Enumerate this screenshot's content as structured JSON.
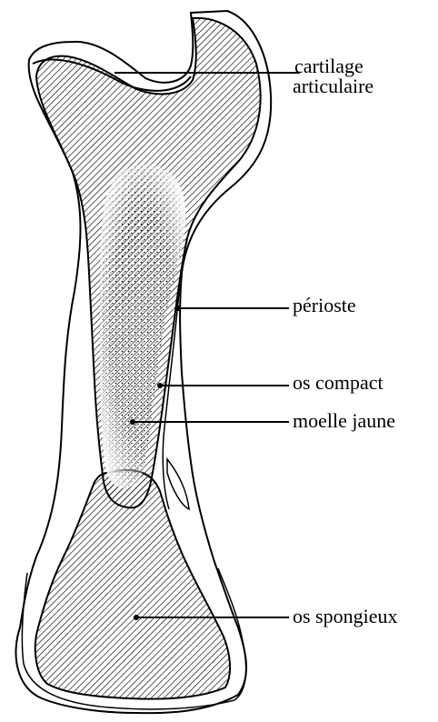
{
  "labels": {
    "cartilage_line1": "cartilage",
    "cartilage_line2": "articulaire",
    "periosteum": "périoste",
    "compact_bone": "os compact",
    "yellow_marrow": "moelle jaune",
    "spongy_bone": "os spongieux"
  },
  "colors": {
    "ink": "#000000",
    "paper": "#ffffff"
  }
}
